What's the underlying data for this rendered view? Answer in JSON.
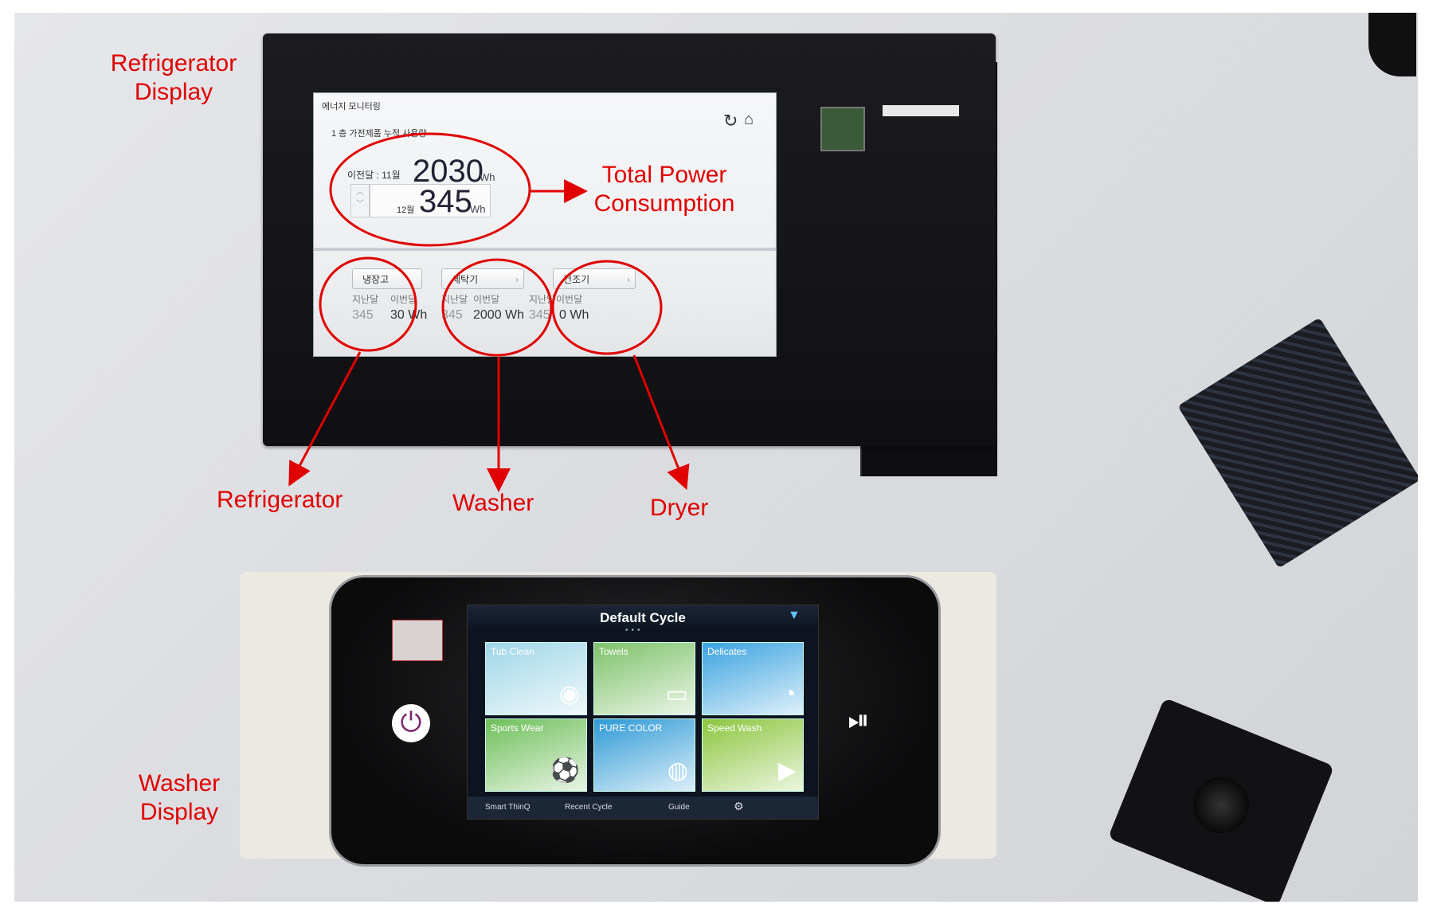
{
  "annotations": {
    "refrigerator_display": [
      "Refrigerator",
      "Display"
    ],
    "total_power": [
      "Total Power",
      "Consumption"
    ],
    "refrigerator": "Refrigerator",
    "washer": "Washer",
    "dryer": "Dryer",
    "washer_display": [
      "Washer",
      "Display"
    ]
  },
  "fridge_screen": {
    "header": "에너지 모니터링",
    "subtitle": "1 층 가전제품 누적 사용량",
    "last_month_label": "이전달 : 11월",
    "last_month_value": "2030",
    "this_month_label": "12월",
    "this_month_value": "345",
    "unit": "Wh",
    "appliances": [
      {
        "name": "냉장고",
        "label_a": "지난달",
        "label_b": "이번달",
        "value_a": "345",
        "value_b": "30 Wh"
      },
      {
        "name": "세탁기",
        "label_a": "지난달",
        "label_b": "이번달",
        "value_a": "345",
        "value_b": "2000 Wh"
      },
      {
        "name": "건조기",
        "label_a": "지난달",
        "label_b": "이번달",
        "value_a": "345",
        "value_b": "0 Wh"
      }
    ]
  },
  "washer_screen": {
    "title": "Default Cycle",
    "tiles": [
      {
        "label": "Tub Clean",
        "icon": "tub-clean-icon",
        "glyph": "◉",
        "color": "#9fd6e8"
      },
      {
        "label": "Towels",
        "icon": "towel-icon",
        "glyph": "▭",
        "color": "#7ec26a"
      },
      {
        "label": "Delicates",
        "icon": "delicates-icon",
        "glyph": "◔",
        "color": "#3aa3e0"
      },
      {
        "label": "Sports Wear",
        "icon": "sports-wear-icon",
        "glyph": "⚽",
        "color": "#6fbf5a"
      },
      {
        "label": "PURE COLOR",
        "icon": "palette-icon",
        "glyph": "◍",
        "color": "#2e9ad6"
      },
      {
        "label": "Speed Wash",
        "icon": "speed-wash-icon",
        "glyph": "▶",
        "color": "#8cc63f"
      }
    ],
    "bottom_bar": [
      "Smart ThinQ",
      "Recent Cycle",
      "Guide"
    ],
    "colors": {
      "annotation": "#e00000",
      "screen_bg": "#0d1420"
    }
  }
}
